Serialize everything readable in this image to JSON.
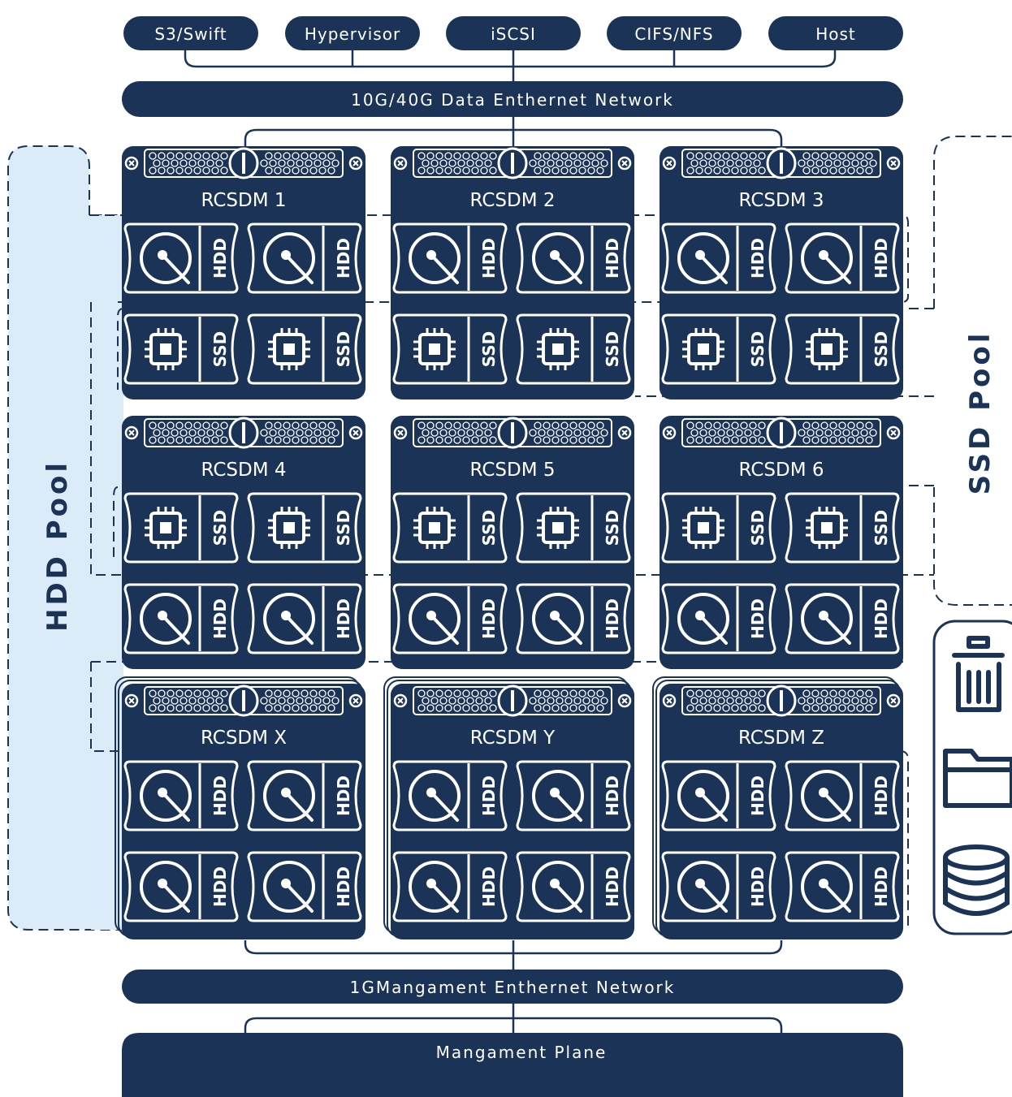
{
  "protocols": [
    "S3/Swift",
    "Hypervisor",
    "iSCSI",
    "CIFS/NFS",
    "Host"
  ],
  "data_network": "10G/40G Data Enthernet Network",
  "mgmt_network": "1GMangament Enthernet Network",
  "mgmt_plane": "Mangament Plane",
  "hdd_pool": "HDD Pool",
  "ssd_pool": "SSD Pool",
  "nodes": [
    {
      "name": "RCSDM 1",
      "rows": [
        "HDD",
        "SSD"
      ]
    },
    {
      "name": "RCSDM 2",
      "rows": [
        "HDD",
        "SSD"
      ]
    },
    {
      "name": "RCSDM 3",
      "rows": [
        "HDD",
        "SSD"
      ]
    },
    {
      "name": "RCSDM 4",
      "rows": [
        "SSD",
        "HDD"
      ]
    },
    {
      "name": "RCSDM 5",
      "rows": [
        "SSD",
        "HDD"
      ]
    },
    {
      "name": "RCSDM 6",
      "rows": [
        "SSD",
        "HDD"
      ]
    },
    {
      "name": "RCSDM X",
      "rows": [
        "HDD",
        "HDD"
      ]
    },
    {
      "name": "RCSDM Y",
      "rows": [
        "HDD",
        "HDD"
      ]
    },
    {
      "name": "RCSDM Z",
      "rows": [
        "HDD",
        "HDD"
      ]
    }
  ],
  "side_icons": [
    "trash-icon",
    "folder-icon",
    "database-icon"
  ],
  "colors": {
    "navy": "#1b3356",
    "pool_fill": "#dcebf8",
    "white": "#ffffff"
  }
}
